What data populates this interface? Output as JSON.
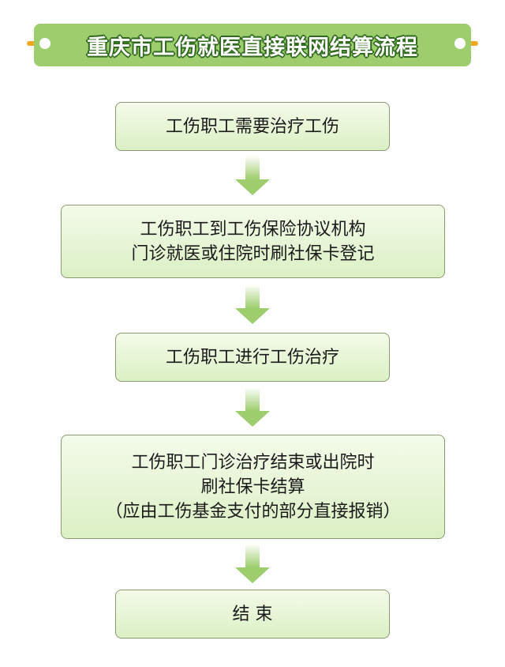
{
  "title": "重庆市工伤就医直接联网结算流程",
  "steps": [
    {
      "lines": [
        "工伤职工需要治疗工伤"
      ]
    },
    {
      "lines": [
        "工伤职工到工伤保险协议机构",
        "门诊就医或住院时刷社保卡登记"
      ]
    },
    {
      "lines": [
        "工伤职工进行工伤治疗"
      ]
    },
    {
      "lines": [
        "工伤职工门诊治疗结束或出院时",
        "刷社保卡结算",
        "（应由工伤基金支付的部分直接报销）"
      ]
    },
    {
      "lines": [
        "结 束"
      ]
    }
  ]
}
